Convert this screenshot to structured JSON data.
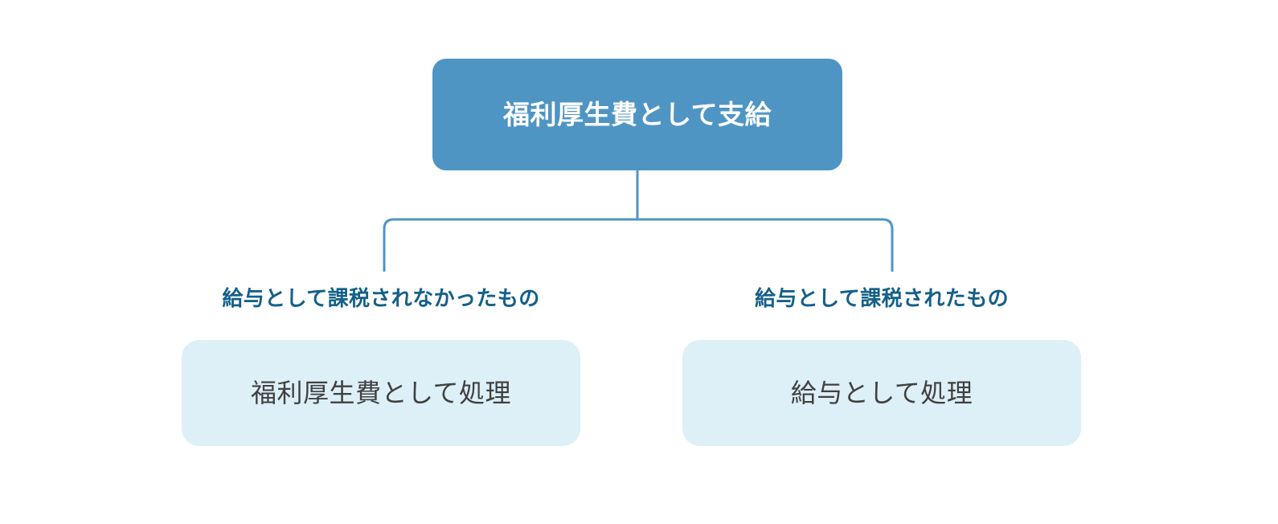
{
  "diagram": {
    "type": "flowchart",
    "orientation": "top-down",
    "colors": {
      "root_fill": "#4f95c4",
      "root_text": "#ffffff",
      "leaf_fill": "#ddeff7",
      "leaf_text": "#404040",
      "branch_label_text": "#156089",
      "connector_line": "#4f95c4",
      "background": "#ffffff"
    },
    "root": {
      "label": "福利厚生費として支給"
    },
    "branches": [
      {
        "condition_label": "給与として課税されなかったもの",
        "outcome_label": "福利厚生費として処理"
      },
      {
        "condition_label": "給与として課税されたもの",
        "outcome_label": "給与として処理"
      }
    ]
  }
}
